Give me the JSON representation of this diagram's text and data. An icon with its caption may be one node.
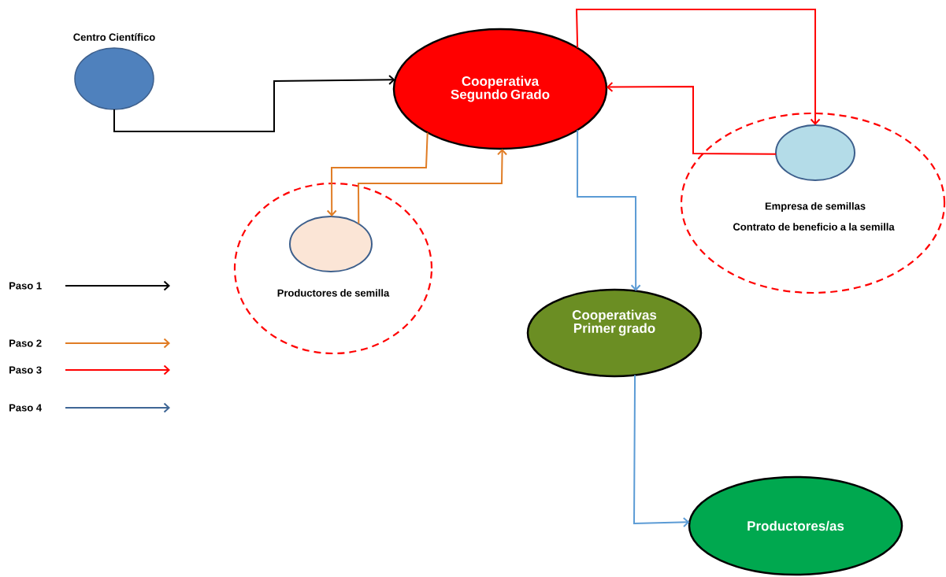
{
  "diagram": {
    "nodes": [
      {
        "text": [
          "Centro Científico"
        ]
      },
      {
        "text": [
          "Cooperativa Segundo Grado"
        ]
      },
      {
        "text": [
          "Productores de semilla"
        ]
      },
      {
        "text": [],
        "shape": "circle",
        "in": 2
      },
      {
        "text": [
          "Empresa de semillas",
          "Contrato de beneficio a la semilla"
        ]
      },
      {
        "text": [],
        "shape": "circle",
        "in": 4
      },
      {
        "text": [
          "Cooperativas Primer grado"
        ]
      },
      {
        "text": [
          "Productores/as"
        ]
      }
    ],
    "edges": [
      {
        "from": 0,
        "to": 1,
        "arrow": "to",
        "color": "#000000"
      },
      {
        "from": 1,
        "to": 3,
        "arrow": "to",
        "color": "#e07c24"
      },
      {
        "from": 3,
        "to": 1,
        "arrow": "to",
        "color": "#e07c24"
      },
      {
        "from": 1,
        "to": 5,
        "arrow": "to",
        "color": "#ff0000"
      },
      {
        "from": 5,
        "to": 1,
        "arrow": "to",
        "color": "#ff0000"
      },
      {
        "from": 1,
        "to": 6,
        "arrow": "to",
        "color": "#5b9bd5"
      },
      {
        "from": 6,
        "to": 7,
        "arrow": "to",
        "color": "#5b9bd5"
      }
    ],
    "legend": [
      {
        "text": "Paso 1"
      },
      {
        "text": "Paso 2"
      },
      {
        "text": "Paso 3"
      },
      {
        "text": "Paso 4"
      }
    ]
  }
}
